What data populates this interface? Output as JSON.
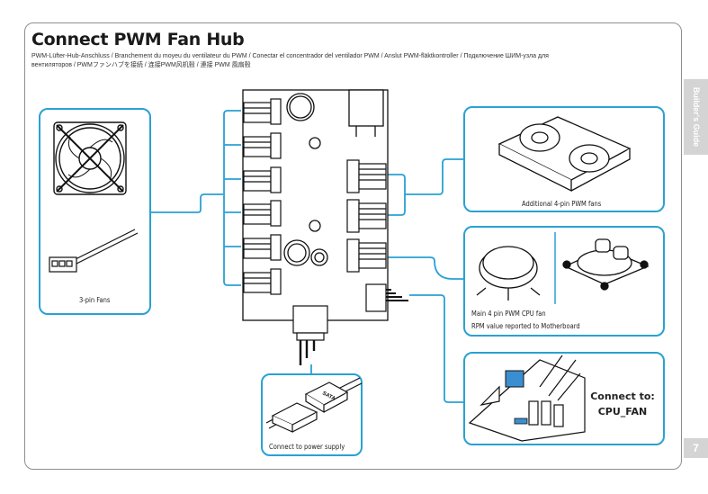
{
  "page": {
    "title": "Connect PWM Fan Hub",
    "subtitle_line1": "PWM-Lüfter-Hub-Anschluss / Branchement du moyeu du ventilateur du PWM / Conectar el concentrador del ventilador PWM / Anslut PWM-fläktkontroller / Подключение ШИМ-узла для",
    "subtitle_line2": "вентиляторов / PWMファンハブを接続 / 连接PWM风机毂 / 連接 PWM 風扇毂",
    "side_tab": "Builder's Guide",
    "page_number": "7"
  },
  "panels": {
    "three_pin": {
      "caption": "3-pin Fans"
    },
    "additional_pwm": {
      "caption": "Additional 4-pin PWM fans"
    },
    "cpu_fan": {
      "caption_line1": "Main 4 pin PWM CPU fan",
      "caption_line2": "RPM value reported to Motherboard"
    },
    "motherboard": {
      "connect_label": "Connect to:",
      "header_name": "CPU_FAN"
    },
    "power": {
      "caption": "Connect to power supply",
      "connector_label": "SATA"
    }
  },
  "colors": {
    "accent": "#2aa1d3",
    "frame": "#8e8e8e",
    "tab": "#d4d4d4",
    "header_highlight": "#3b8fd0"
  }
}
